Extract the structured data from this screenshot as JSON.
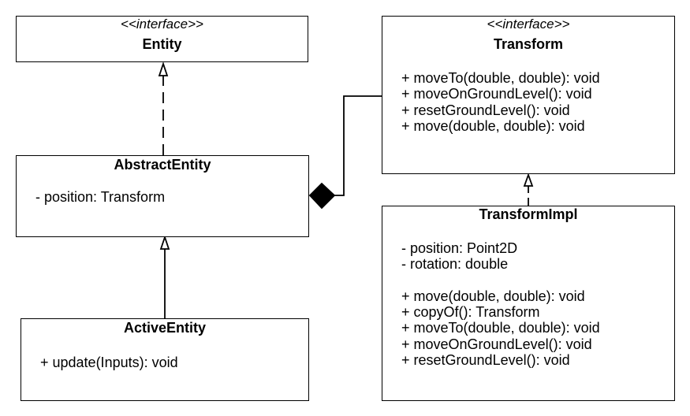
{
  "classes": {
    "entity": {
      "stereotype": "<<interface>>",
      "name": "Entity"
    },
    "transform": {
      "stereotype": "<<interface>>",
      "name": "Transform",
      "methods": [
        "+ moveTo(double, double): void",
        "+ moveOnGroundLevel(): void",
        "+ resetGroundLevel(): void",
        "+ move(double, double): void"
      ]
    },
    "abstract_entity": {
      "name": "AbstractEntity",
      "attributes": [
        "- position: Transform"
      ]
    },
    "transform_impl": {
      "name": "TransformImpl",
      "attributes": [
        "- position: Point2D",
        "- rotation: double"
      ],
      "methods": [
        "+ move(double, double): void",
        "+ copyOf(): Transform",
        "+ moveTo(double, double): void",
        "+ moveOnGroundLevel(): void",
        "+ resetGroundLevel(): void"
      ]
    },
    "active_entity": {
      "name": "ActiveEntity",
      "methods": [
        "+ update(Inputs): void"
      ]
    }
  },
  "relations": [
    {
      "type": "realization",
      "from": "abstract_entity",
      "to": "entity"
    },
    {
      "type": "realization",
      "from": "transform_impl",
      "to": "transform"
    },
    {
      "type": "generalization",
      "from": "active_entity",
      "to": "abstract_entity"
    },
    {
      "type": "composition",
      "from": "abstract_entity",
      "to": "transform"
    }
  ],
  "colors": {
    "line": "#000000",
    "fill": "#ffffff"
  }
}
